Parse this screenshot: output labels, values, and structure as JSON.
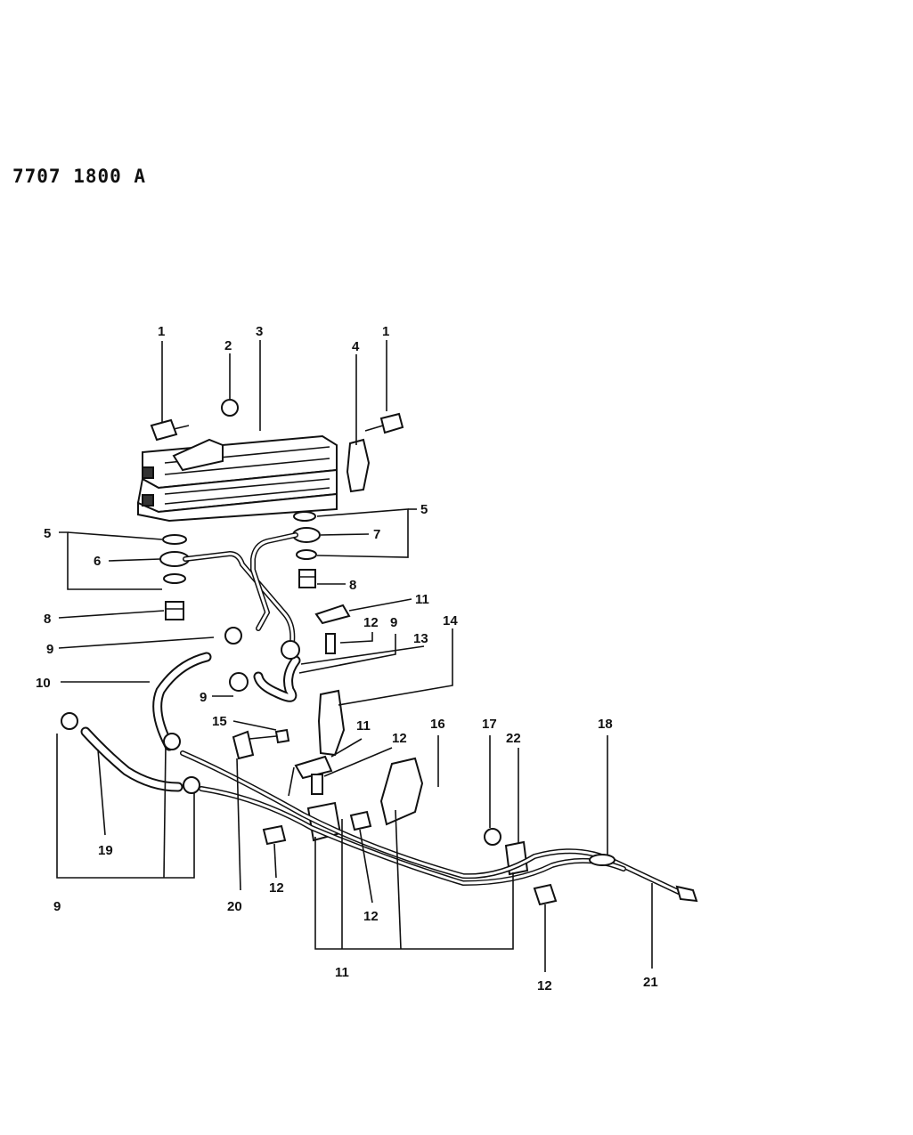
{
  "drawing_number": "7707 1800 A",
  "callouts": [
    {
      "id": "c1a",
      "text": "1"
    },
    {
      "id": "c2",
      "text": "2"
    },
    {
      "id": "c3",
      "text": "3"
    },
    {
      "id": "c4",
      "text": "4"
    },
    {
      "id": "c1b",
      "text": "1"
    },
    {
      "id": "c5a",
      "text": "5"
    },
    {
      "id": "c5b",
      "text": "5"
    },
    {
      "id": "c6",
      "text": "6"
    },
    {
      "id": "c7",
      "text": "7"
    },
    {
      "id": "c8a",
      "text": "8"
    },
    {
      "id": "c8b",
      "text": "8"
    },
    {
      "id": "c11a",
      "text": "11"
    },
    {
      "id": "c12a",
      "text": "12"
    },
    {
      "id": "c9a",
      "text": "9"
    },
    {
      "id": "c9b",
      "text": "9"
    },
    {
      "id": "c14",
      "text": "14"
    },
    {
      "id": "c13",
      "text": "13"
    },
    {
      "id": "c10",
      "text": "10"
    },
    {
      "id": "c9c",
      "text": "9"
    },
    {
      "id": "c15",
      "text": "15"
    },
    {
      "id": "c11b",
      "text": "11"
    },
    {
      "id": "c12b",
      "text": "12"
    },
    {
      "id": "c16",
      "text": "16"
    },
    {
      "id": "c17",
      "text": "17"
    },
    {
      "id": "c22",
      "text": "22"
    },
    {
      "id": "c18",
      "text": "18"
    },
    {
      "id": "c19",
      "text": "19"
    },
    {
      "id": "c9d",
      "text": "9"
    },
    {
      "id": "c20",
      "text": "20"
    },
    {
      "id": "c12c",
      "text": "12"
    },
    {
      "id": "c12d",
      "text": "12"
    },
    {
      "id": "c11c",
      "text": "11"
    },
    {
      "id": "c12e",
      "text": "12"
    },
    {
      "id": "c21",
      "text": "21"
    }
  ]
}
